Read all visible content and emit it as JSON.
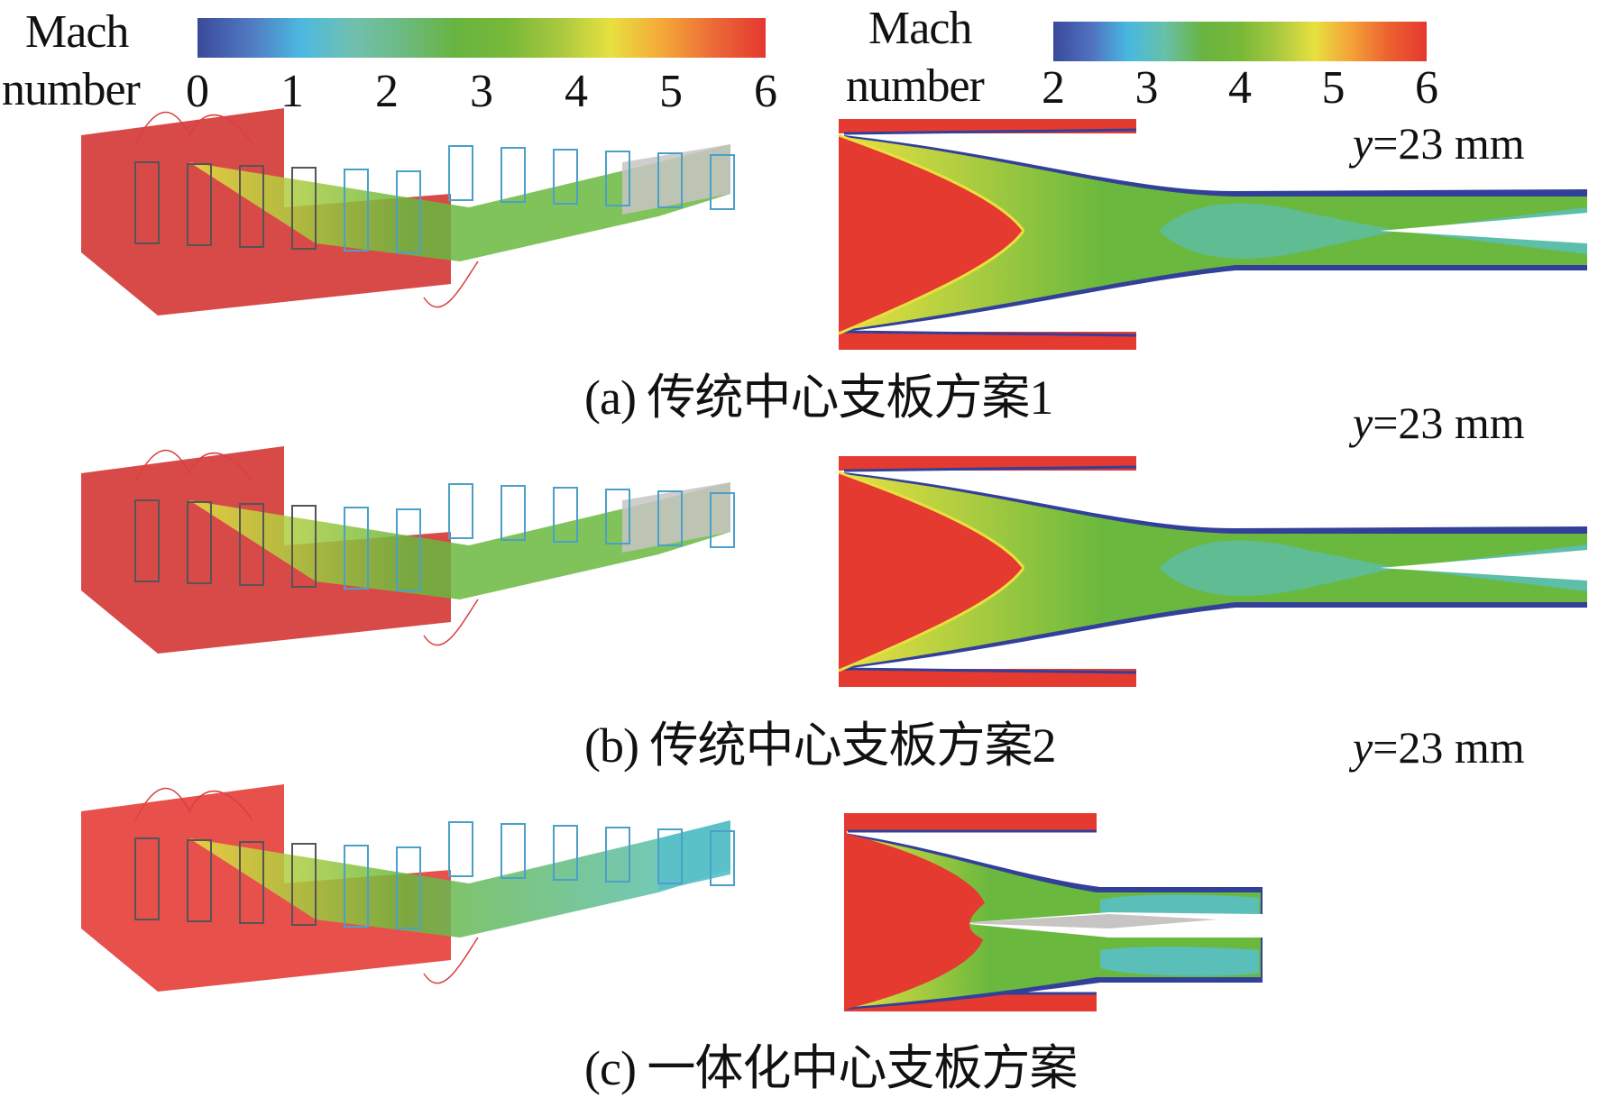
{
  "legend_left": {
    "title_line1": "Mach",
    "title_line2": "number",
    "ticks": [
      "0",
      "1",
      "2",
      "3",
      "4",
      "5",
      "6"
    ],
    "range": [
      0,
      6
    ],
    "colors": [
      "#3a4a9a",
      "#5078c0",
      "#4cb8e0",
      "#70c0b0",
      "#6cba80",
      "#68b440",
      "#78b838",
      "#a8c840",
      "#e8e040",
      "#f4a838",
      "#ec6a38",
      "#e43830"
    ]
  },
  "legend_right": {
    "title_line1": "Mach",
    "title_line2": "number",
    "ticks": [
      "2",
      "3",
      "4",
      "5",
      "6"
    ],
    "range": [
      2,
      6
    ],
    "colors": [
      "#3a4a9a",
      "#5070c0",
      "#48b8e0",
      "#68c0a8",
      "#68b440",
      "#78b838",
      "#a8c840",
      "#e8e040",
      "#f4a038",
      "#ec6030",
      "#e43830"
    ]
  },
  "panels": [
    {
      "id": "a",
      "caption": "(a) 传统中心支板方案1",
      "plane_var": "y",
      "plane_rest": "=23 mm"
    },
    {
      "id": "b",
      "caption": "(b) 传统中心支板方案2",
      "plane_var": "y",
      "plane_rest": "=23 mm"
    },
    {
      "id": "c",
      "caption": "(c) 一体化中心支板方案",
      "plane_var": "y",
      "plane_rest": "=23 mm"
    }
  ],
  "colors": {
    "red": "#e43a30",
    "box_red": "#d84a48",
    "box_red_c": "#e8504c",
    "green": "#6ab83e",
    "yellow": "#e8e040",
    "dark_blue": "#33409a",
    "cyan": "#58c0d8",
    "gray": "#c8c4c4"
  }
}
